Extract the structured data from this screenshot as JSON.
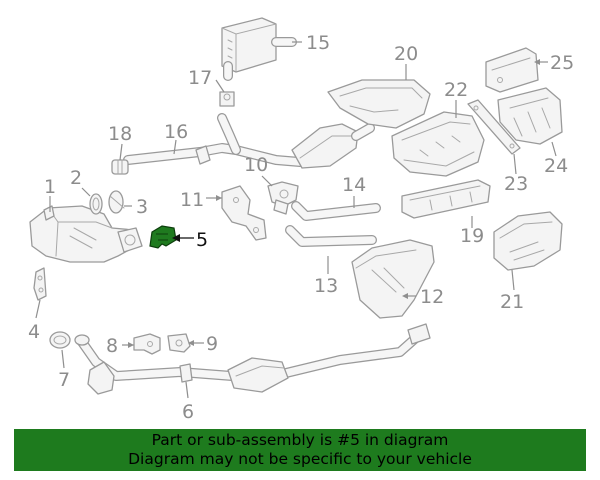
{
  "colors": {
    "highlight": "#1f7a1f",
    "banner_bg": "#1e7b1e",
    "line": "#9a9a9a",
    "callout_text": "#8c8c8c"
  },
  "highlighted_part": "5",
  "callouts": [
    {
      "id": "1",
      "label": "1"
    },
    {
      "id": "2",
      "label": "2"
    },
    {
      "id": "3",
      "label": "3"
    },
    {
      "id": "4",
      "label": "4"
    },
    {
      "id": "5",
      "label": "5"
    },
    {
      "id": "6",
      "label": "6"
    },
    {
      "id": "7",
      "label": "7"
    },
    {
      "id": "8",
      "label": "8"
    },
    {
      "id": "9",
      "label": "9"
    },
    {
      "id": "10",
      "label": "10"
    },
    {
      "id": "11",
      "label": "11"
    },
    {
      "id": "12",
      "label": "12"
    },
    {
      "id": "13",
      "label": "13"
    },
    {
      "id": "14",
      "label": "14"
    },
    {
      "id": "15",
      "label": "15"
    },
    {
      "id": "16",
      "label": "16"
    },
    {
      "id": "17",
      "label": "17"
    },
    {
      "id": "18",
      "label": "18"
    },
    {
      "id": "19",
      "label": "19"
    },
    {
      "id": "20",
      "label": "20"
    },
    {
      "id": "21",
      "label": "21"
    },
    {
      "id": "22",
      "label": "22"
    },
    {
      "id": "23",
      "label": "23"
    },
    {
      "id": "24",
      "label": "24"
    },
    {
      "id": "25",
      "label": "25"
    }
  ],
  "banner": {
    "line1": "Part or sub-assembly is #5 in diagram",
    "line2": "Diagram may not be specific to your vehicle"
  }
}
